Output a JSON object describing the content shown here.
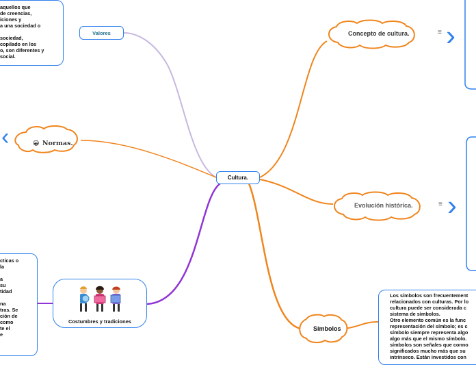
{
  "central": {
    "label": "Cultura."
  },
  "branches": {
    "valores": {
      "label": "Valores"
    },
    "normas": {
      "label": "Normas.",
      "emoji": "😀"
    },
    "concepto": {
      "label": "Concepto de cultura."
    },
    "evolucion": {
      "label": "Evolución histórica."
    },
    "costumbres": {
      "label": "Costumbres y tradiciones"
    },
    "simbolos": {
      "label": "Símbolos"
    }
  },
  "notes": {
    "valores_lines": [
      "aquellos que",
      "de creencias,",
      "iciones y",
      "a una sociedad o",
      "",
      "sociedad,",
      "copilado en los",
      "o, son diferentes y",
      "social."
    ],
    "costumbres_lines": [
      "cticas o",
      "la",
      "",
      "a",
      "su",
      "tidad",
      "",
      "na",
      "tras. Se",
      "ción de",
      "como",
      "te el",
      "e"
    ],
    "simbolos_lines": [
      "Los símbolos son frecuentement",
      "relacionados con culturas. Por lo",
      "cultura puede ser considerada c",
      "sistema de símbolos.",
      "Otro elemento común es la func",
      "representación del símbolo; es c",
      "símbolo siempre representa algo",
      "algo más que el mismo símbolo.",
      "símbolos son señales que conno",
      "significados mucho más que su",
      "intrínseco. Están investidos con"
    ]
  },
  "icons": {
    "menu": "≡",
    "chevron_right": "›",
    "chevron_left": "‹"
  },
  "colors": {
    "orange": "#f0851d",
    "purple": "#8f35d6",
    "lavender": "#c7b8e0",
    "blue": "#2f80ed"
  }
}
